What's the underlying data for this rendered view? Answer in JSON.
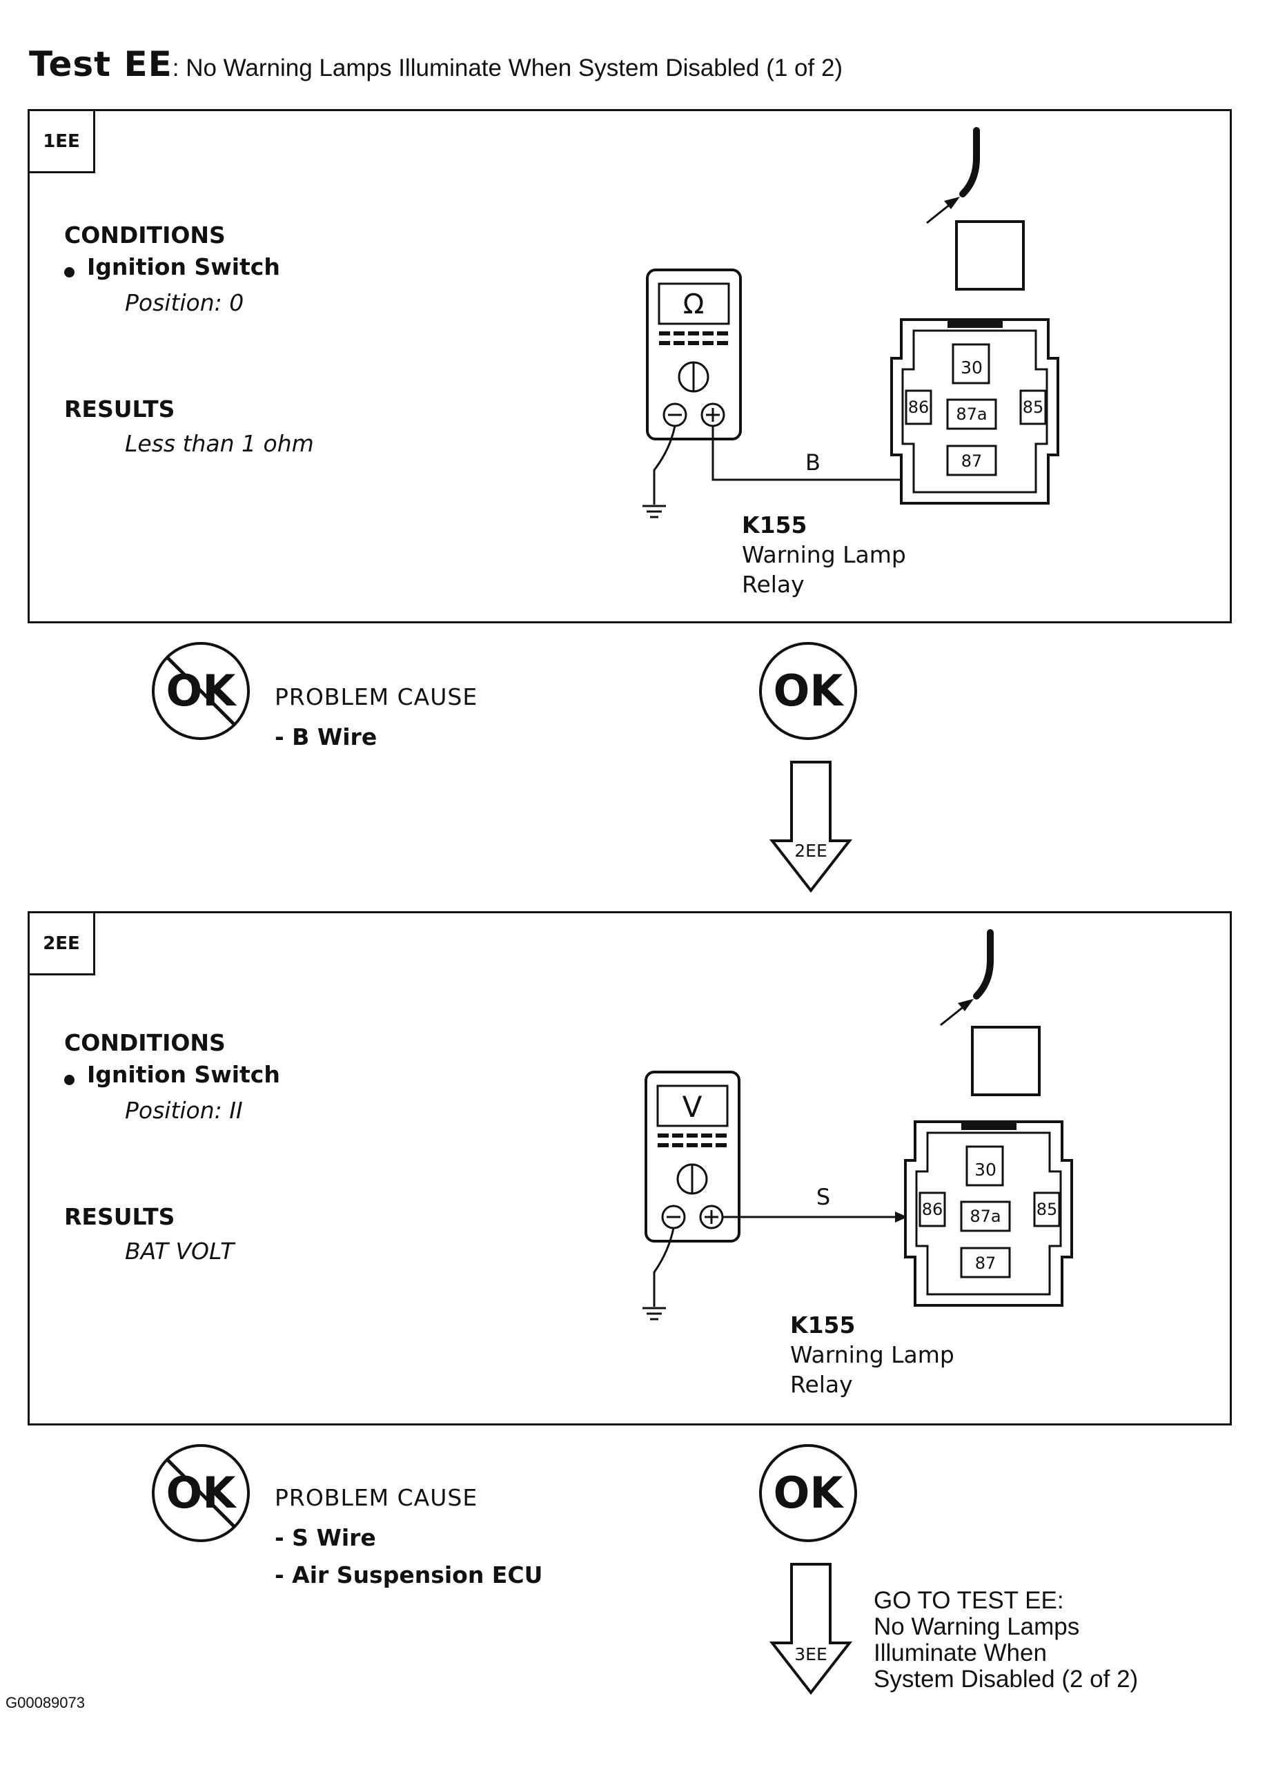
{
  "header": {
    "title": "Test EE",
    "subtitle": ": No Warning Lamps Illuminate When System Disabled (1 of 2)"
  },
  "steps": [
    {
      "id": "1EE",
      "conditions_label": "CONDITIONS",
      "condition_item": "Ignition Switch",
      "condition_value": "Position: 0",
      "results_label": "RESULTS",
      "results_value": "Less than 1 ohm",
      "meter_symbol": "Ω",
      "wire_label": "B",
      "relay_id": "K155",
      "relay_name_1": "Warning Lamp",
      "relay_name_2": "Relay",
      "terminals": {
        "t30": "30",
        "t86": "86",
        "t85": "85",
        "t87a": "87a",
        "t87": "87"
      },
      "not_ok_label": "OK",
      "problem_cause_label": "PROBLEM CAUSE",
      "problem_causes": [
        "-  B  Wire"
      ],
      "ok_label": "OK",
      "next_step": "2EE"
    },
    {
      "id": "2EE",
      "conditions_label": "CONDITIONS",
      "condition_item": "Ignition Switch",
      "condition_value": "Position: II",
      "results_label": "RESULTS",
      "results_value": "BAT VOLT",
      "meter_symbol": "V",
      "wire_label": "S",
      "relay_id": "K155",
      "relay_name_1": "Warning Lamp",
      "relay_name_2": "Relay",
      "terminals": {
        "t30": "30",
        "t86": "86",
        "t85": "85",
        "t87a": "87a",
        "t87": "87"
      },
      "not_ok_label": "OK",
      "problem_cause_label": "PROBLEM CAUSE",
      "problem_causes": [
        "-  S  Wire",
        "-  Air Suspension ECU"
      ],
      "ok_label": "OK",
      "next_step": "3EE"
    }
  ],
  "goto": {
    "line1": "GO TO TEST EE:",
    "line2": "No Warning Lamps",
    "line3": "Illuminate When",
    "line4": "System Disabled (2 of 2)"
  },
  "figure_id": "G00089073",
  "icons": {
    "multimeter": "multimeter-icon",
    "ground": "ground-icon",
    "relay": "relay-connector-icon",
    "not_ok": "not-ok-icon",
    "ok": "ok-icon",
    "arrow": "down-arrow-icon"
  }
}
